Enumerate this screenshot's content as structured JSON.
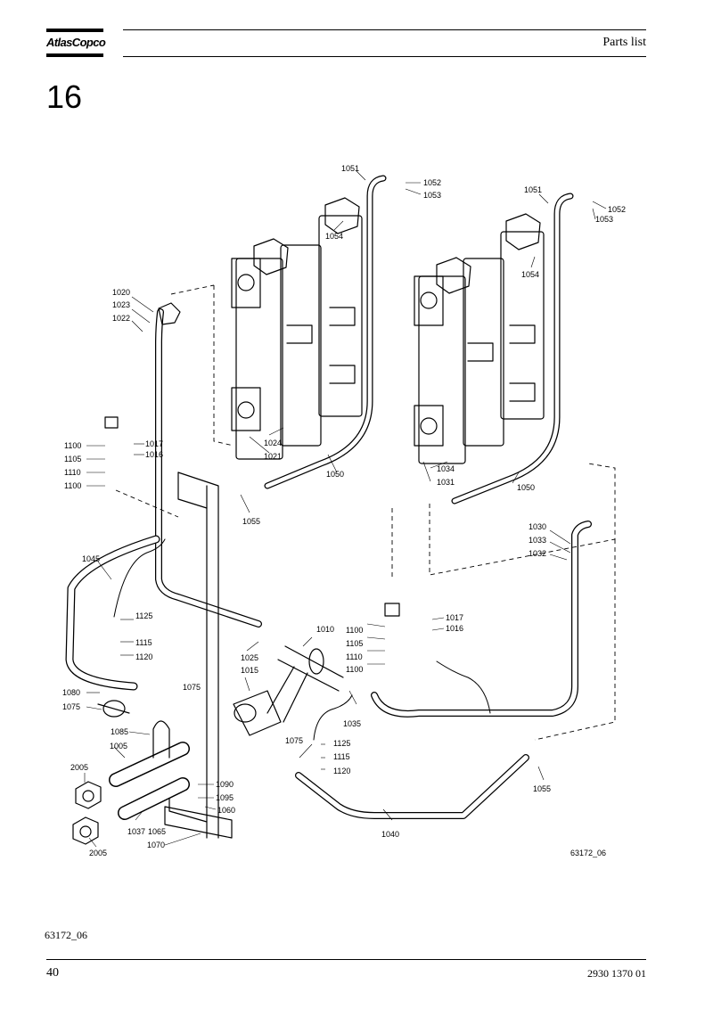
{
  "header": {
    "brand": "AtlasCopco",
    "title": "Parts list"
  },
  "section_number": "16",
  "drawing": {
    "labels": [
      "1051",
      "1052",
      "1053",
      "1054",
      "1020",
      "1023",
      "1022",
      "1024",
      "1021",
      "1050",
      "1055",
      "1034",
      "1031",
      "1100",
      "1105",
      "1110",
      "1017",
      "1016",
      "1045",
      "1125",
      "1115",
      "1120",
      "1025",
      "1010",
      "1015",
      "1080",
      "1075",
      "1085",
      "1005",
      "2005",
      "1037",
      "1065",
      "1070",
      "1090",
      "1095",
      "1060",
      "1035",
      "1040",
      "1030",
      "1033",
      "1032"
    ],
    "code": "63172_06"
  },
  "footer": {
    "figure_code": "63172_06",
    "page_number": "40",
    "doc_number": "2930 1370 01"
  },
  "colors": {
    "ink": "#000000",
    "paper": "#ffffff"
  }
}
